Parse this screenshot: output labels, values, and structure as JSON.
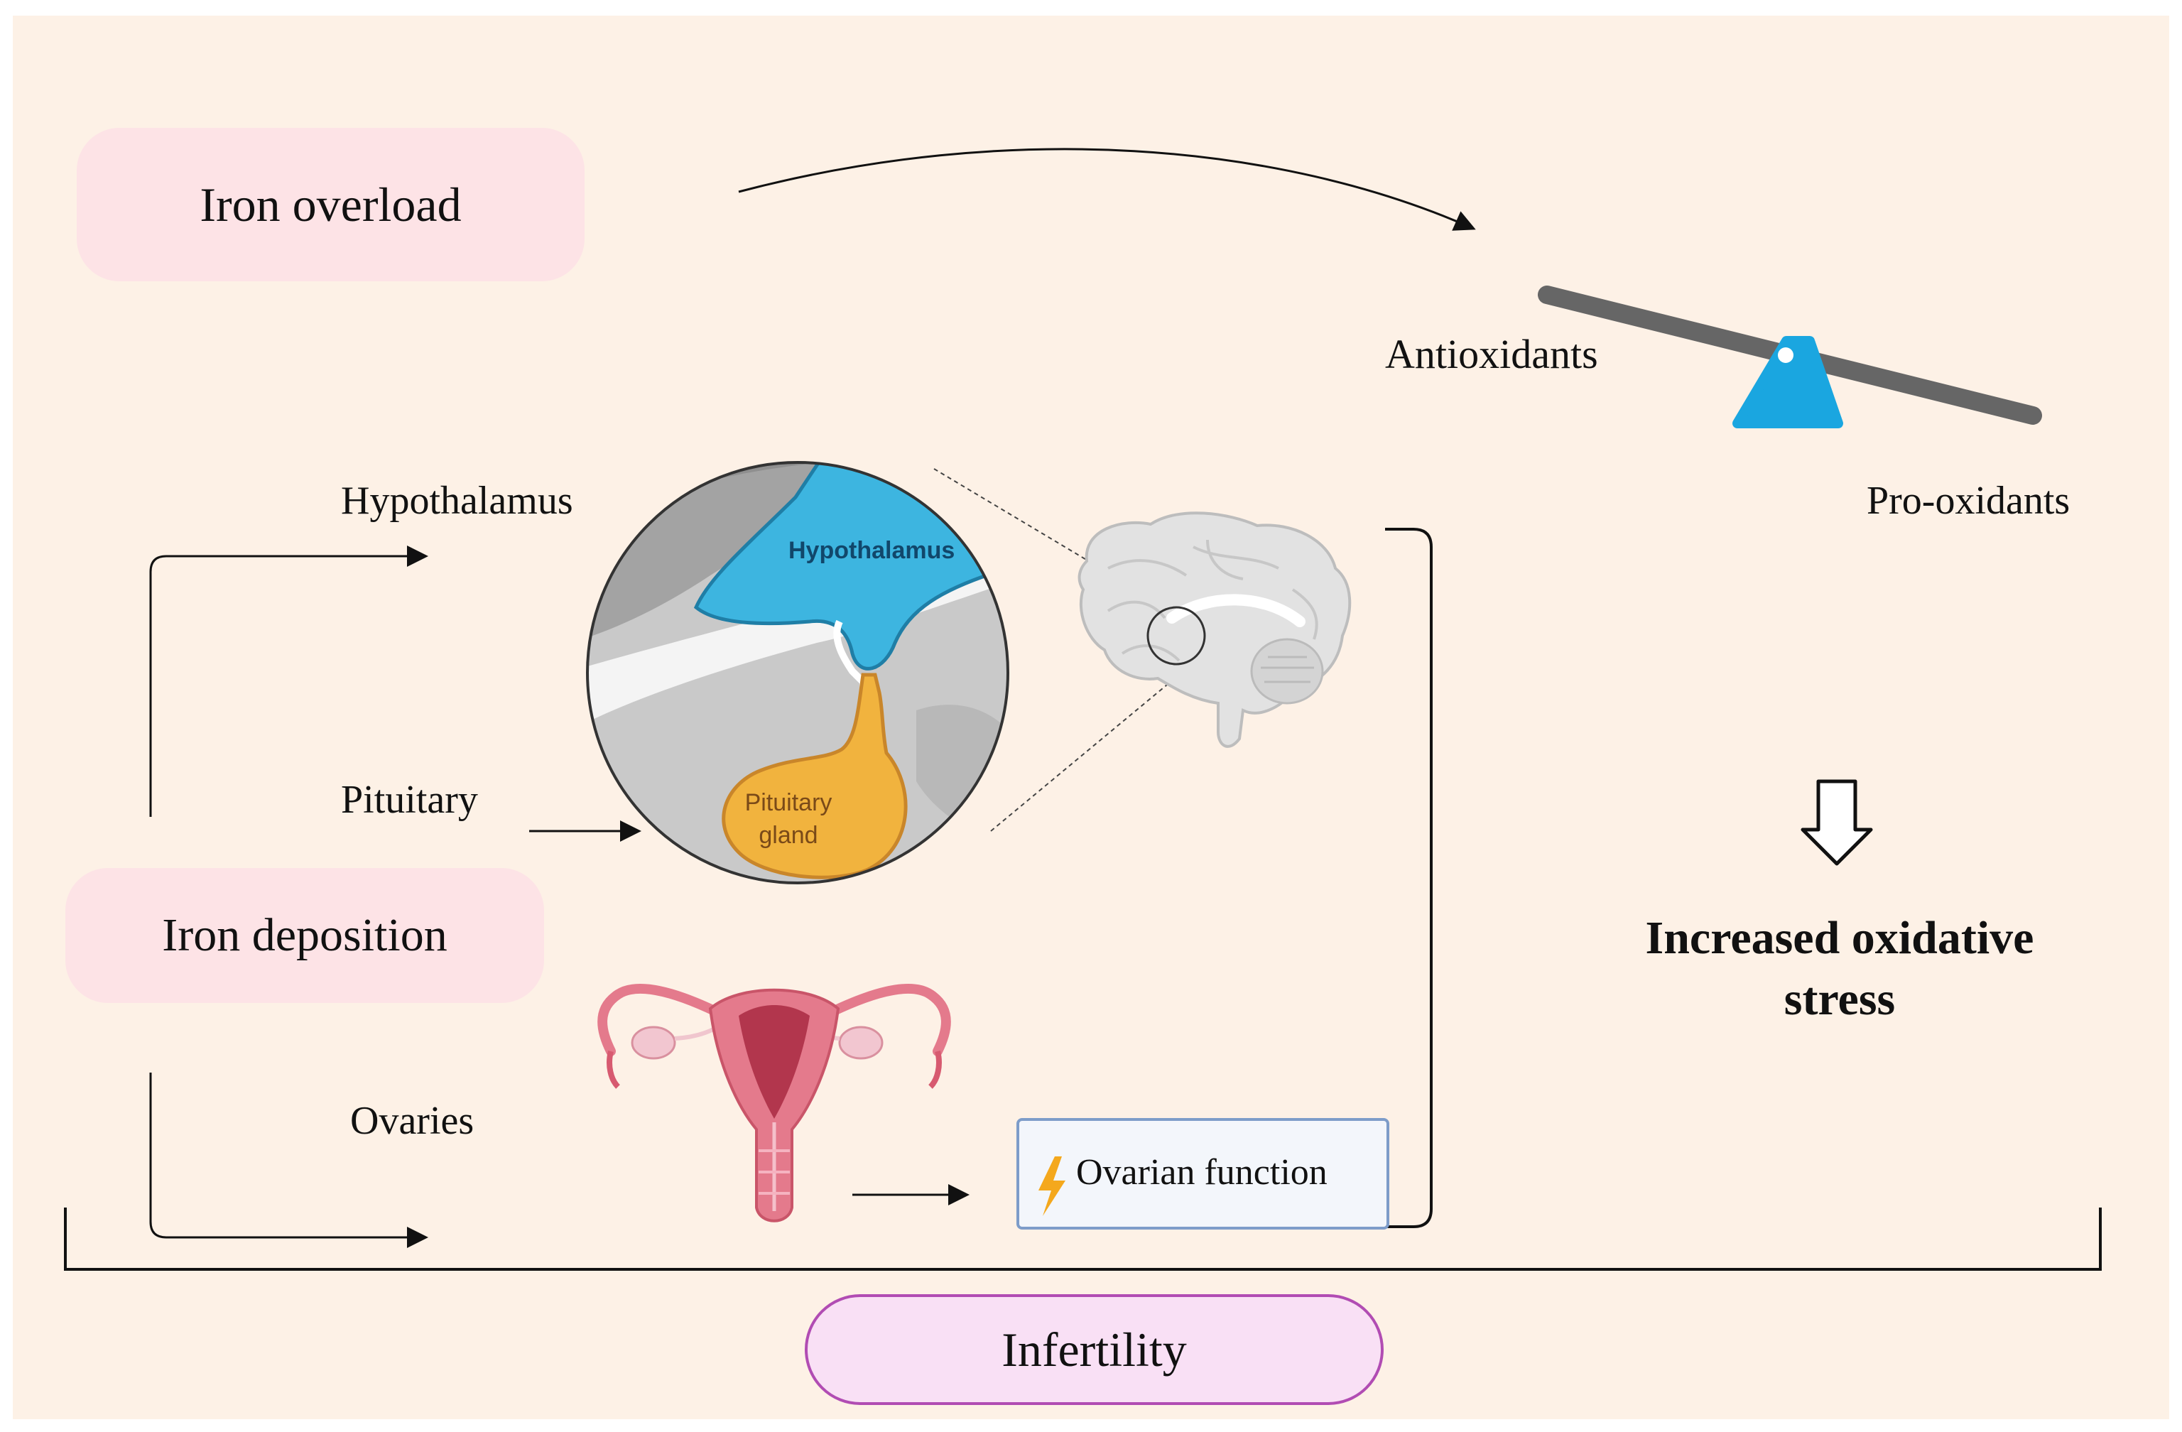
{
  "iron_overload": "Iron overload",
  "iron_deposition": "Iron deposition",
  "labels": {
    "hypothalamus": "Hypothalamus",
    "pituitary": "Pituitary",
    "ovaries": "Ovaries",
    "antioxidants": "Antioxidants",
    "pro_oxidants": "Pro-oxidants"
  },
  "inset": {
    "hypothalamus": "Hypothalamus",
    "pituitary_line1": "Pituitary",
    "pituitary_line2": "gland"
  },
  "ovarian_function": "Ovarian function",
  "stress_line1": "Increased oxidative",
  "stress_line2": "stress",
  "infertility": "Infertility",
  "colors": {
    "background": "#fdf1e6",
    "pill_pink": "#fde3e6",
    "infertility_fill": "#f9e0f5",
    "infertility_border": "#b14cb3",
    "hypothalamus_blue": "#3db5e0",
    "pituitary_orange": "#f1b33e",
    "seesaw_blue": "#1aa6e0",
    "uterus_pink": "#e47a8c",
    "box_fill": "#f3f6fb",
    "box_border": "#7d9cc9"
  }
}
